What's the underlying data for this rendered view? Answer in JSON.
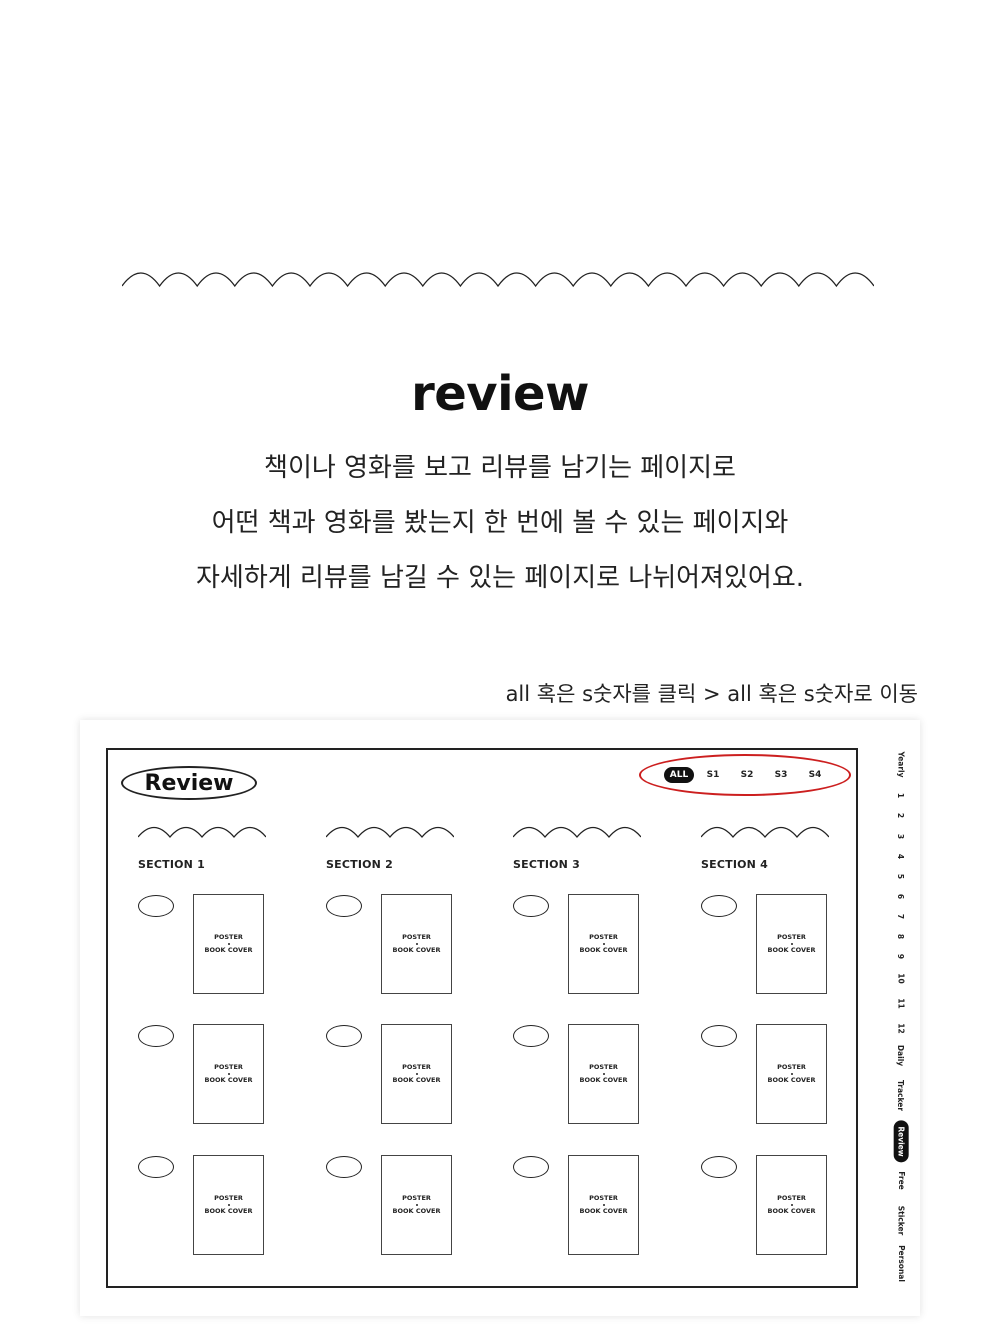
{
  "title": "review",
  "description": [
    "책이나 영화를 보고 리뷰를 남기는 페이지로",
    "어떤 책과 영화를 봤는지 한 번에 볼 수 있는 페이지와",
    "자세하게 리뷰를 남길 수 있는 페이지로 나뉘어져있어요."
  ],
  "hint": "all 혹은 s숫자를 클릭 > all 혹은 s숫자로 이동",
  "planner": {
    "brand": "Review",
    "filters": [
      "ALL",
      "S1",
      "S2",
      "S3",
      "S4"
    ],
    "active_filter": "ALL",
    "sections": [
      "SECTION 1",
      "SECTION 2",
      "SECTION 3",
      "SECTION 4"
    ],
    "poster_line1": "POSTER",
    "poster_line2": "BOOK COVER",
    "side_tabs": [
      "Yearly",
      "1",
      "2",
      "3",
      "4",
      "5",
      "6",
      "7",
      "8",
      "9",
      "10",
      "11",
      "12",
      "Daily",
      "Tracker",
      "Review",
      "Free",
      "Sticker",
      "Personal"
    ],
    "active_tab": "Review"
  },
  "colors": {
    "accent_ring": "#cc1f1f",
    "ink": "#222222",
    "background": "#ffffff"
  }
}
